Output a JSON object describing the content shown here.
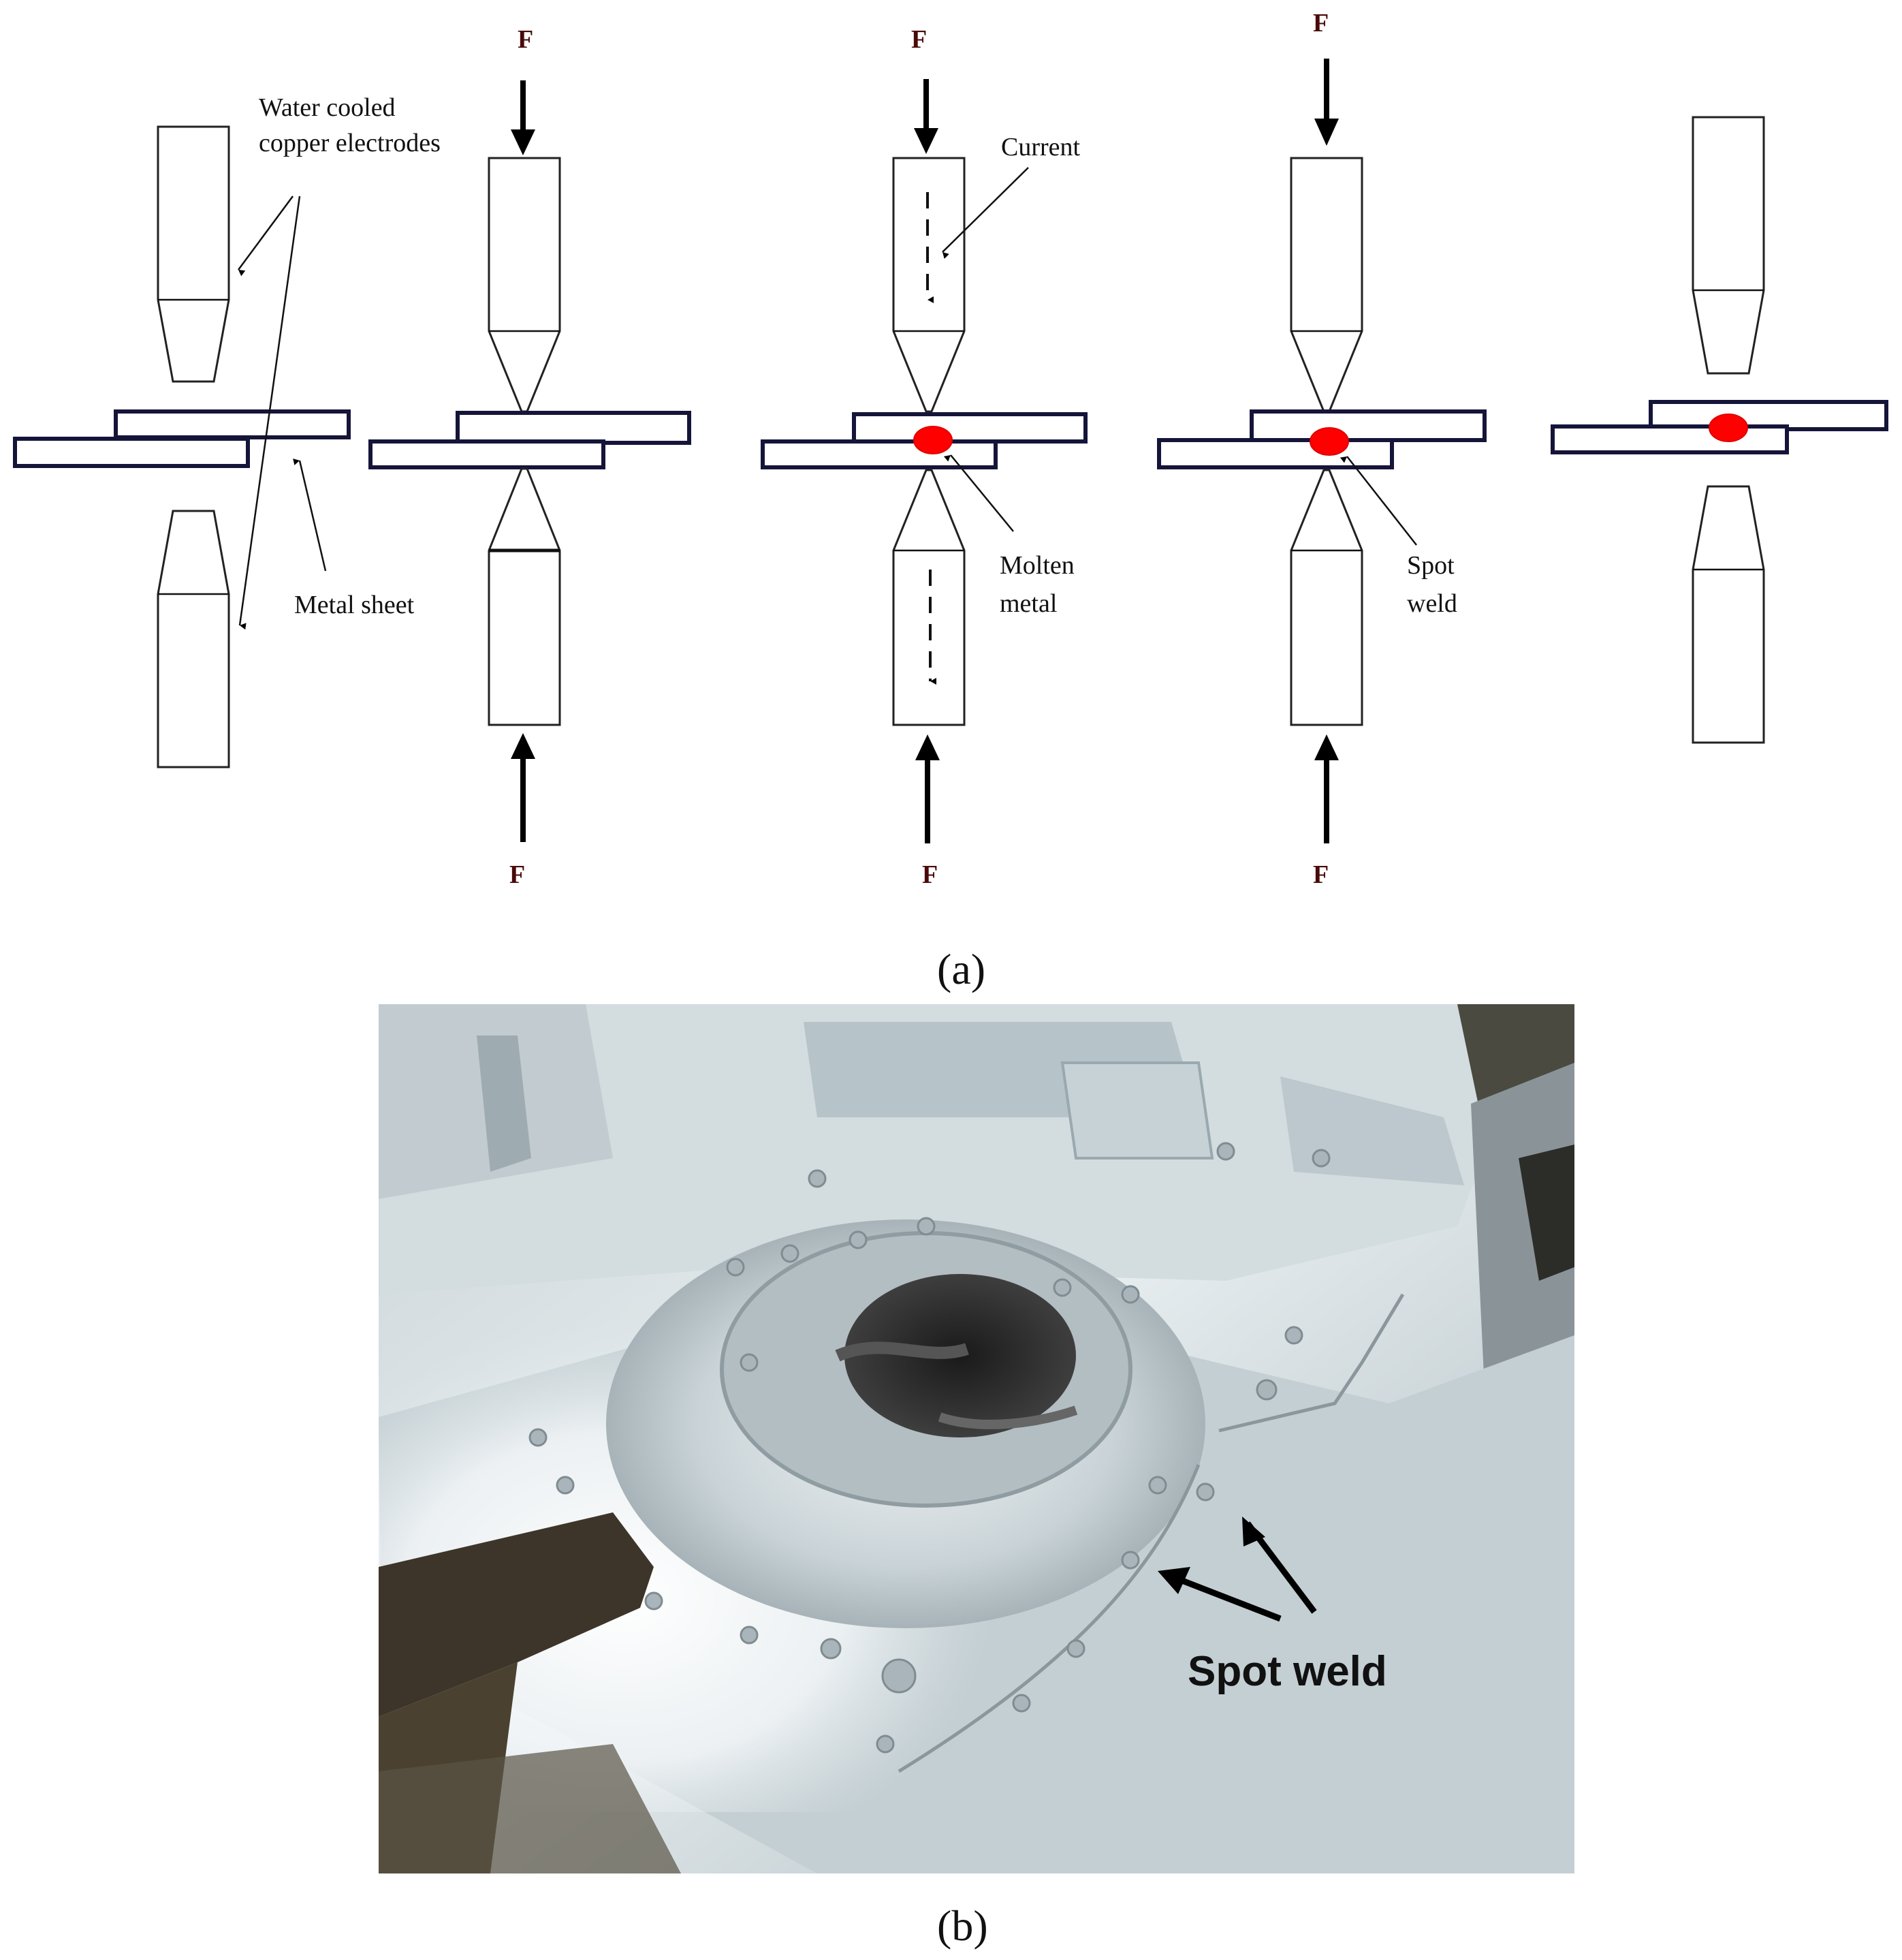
{
  "figure_a": {
    "caption": "(a)",
    "labels": {
      "electrodes_line1": "Water cooled",
      "electrodes_line2": "copper electrodes",
      "metal_sheet": "Metal sheet",
      "current": "Current",
      "molten_line1": "Molten",
      "molten_line2": "metal",
      "spot_line1": "Spot",
      "spot_line2": "weld",
      "force": "F"
    },
    "stages": [
      {
        "name": "electrodes-open",
        "force_top": false,
        "force_bottom": false,
        "weld": false
      },
      {
        "name": "electrodes-clamped",
        "force_top": true,
        "force_bottom": true,
        "weld": false
      },
      {
        "name": "current-flow",
        "force_top": true,
        "force_bottom": true,
        "weld": true
      },
      {
        "name": "spot-weld-formed",
        "force_top": true,
        "force_bottom": true,
        "weld": true
      },
      {
        "name": "electrodes-released",
        "force_top": false,
        "force_bottom": false,
        "weld": true
      }
    ],
    "colors": {
      "weld": "#ff0000",
      "sheet_outline": "#15153a",
      "force_label": "#4a0a0a"
    }
  },
  "figure_b": {
    "caption": "(b)",
    "label": "Spot weld",
    "colors": {
      "metal_light": "#e4ecef",
      "metal_mid": "#b9c6cc",
      "metal_dark": "#6f7d83",
      "shadow": "#3a3328"
    }
  }
}
